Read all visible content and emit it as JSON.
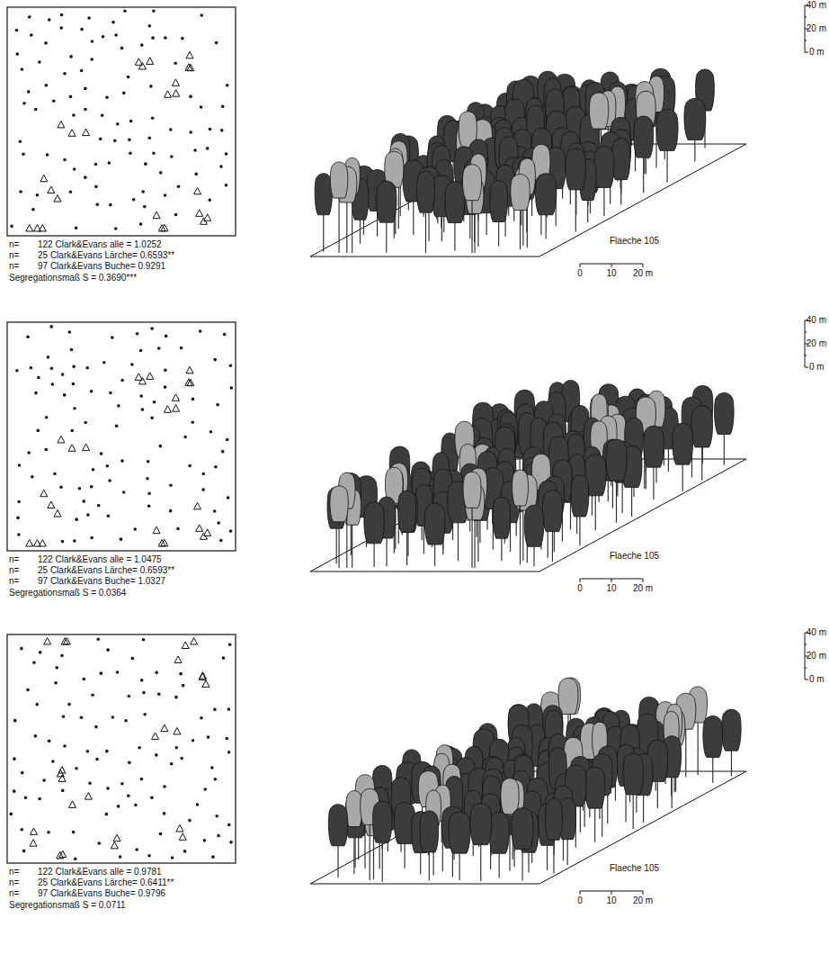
{
  "diagram": {
    "labels": [
      "n=",
      "122 Clark&Evans alle = 1.0252",
      "n=",
      "25 Clark&Evans Lärche= 0.6593**",
      "n=",
      "97 Clark&Evans Buche= 0.9291",
      "Segregationsmaß S = 0.3690***",
      "Flaeche 105",
      "0",
      "10",
      "20 m",
      "40 m",
      "20 m",
      "0 m",
      "n=",
      "122 Clark&Evans alle = 1.0475",
      "n=",
      "25 Clark&Evans Lärche= 0.6593**",
      "n=",
      "97 Clark&Evans Buche= 1.0327",
      "Segregationsmaß S = 0.0364",
      "Flaeche 105",
      "0",
      "10",
      "20 m",
      "40 m",
      "20 m",
      "0 m",
      "n=",
      "122 Clark&Evans alle = 0.9781",
      "n=",
      "25 Clark&Evans Lärche= 0.6411**",
      "n=",
      "97 Clark&Evans Buche= 0.9796",
      "Segregationsmaß S = 0.0711",
      "Flaeche 105",
      "0",
      "10",
      "20 m",
      "40 m",
      "20 m",
      "0 m"
    ]
  }
}
